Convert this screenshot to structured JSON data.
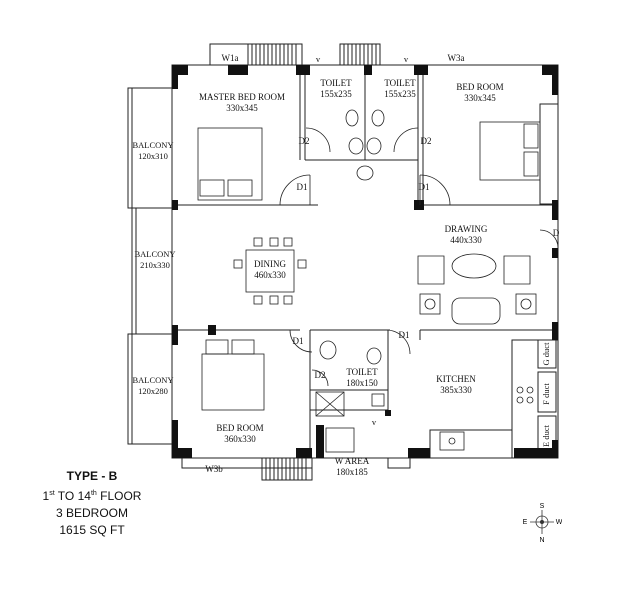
{
  "rooms": {
    "master_bed": {
      "name": "MASTER BED ROOM",
      "size": "330x345"
    },
    "toilet1": {
      "name": "TOILET",
      "size": "155x235"
    },
    "toilet2": {
      "name": "TOILET",
      "size": "155x235"
    },
    "bed_right": {
      "name": "BED ROOM",
      "size": "330x345"
    },
    "balcony1": {
      "name": "BALCONY",
      "size": "120x310"
    },
    "balcony2": {
      "name": "BALCONY",
      "size": "210x330"
    },
    "balcony3": {
      "name": "BALCONY",
      "size": "120x280"
    },
    "dining": {
      "name": "DINING",
      "size": "460x330"
    },
    "drawing": {
      "name": "DRAWING",
      "size": "440x330"
    },
    "toilet3": {
      "name": "TOILET",
      "size": "180x150"
    },
    "kitchen": {
      "name": "KITCHEN",
      "size": "385x330"
    },
    "bed_bottom": {
      "name": "BED ROOM",
      "size": "360x330"
    },
    "w_area": {
      "name": "W AREA",
      "size": "180x185"
    }
  },
  "windows": {
    "w1a": "W1a",
    "w3a": "W3a",
    "w3b": "W3b"
  },
  "doors": {
    "d1": "D1",
    "d2": "D2",
    "d": "D"
  },
  "vents": {
    "v": "v"
  },
  "cabinets": {
    "g_duct": "G duct",
    "f_duct": "F duct",
    "e_duct": "E duct"
  },
  "legend": {
    "type": "TYPE -  B",
    "floor_pre": "1",
    "floor_sup1": "st",
    "floor_mid": " TO 14",
    "floor_sup2": "th",
    "floor_post": " FLOOR",
    "bedroom": "3 BEDROOM",
    "area": "1615 SQ FT"
  },
  "compass": {
    "s": "S",
    "w": "W",
    "n": "N",
    "e": "E"
  }
}
